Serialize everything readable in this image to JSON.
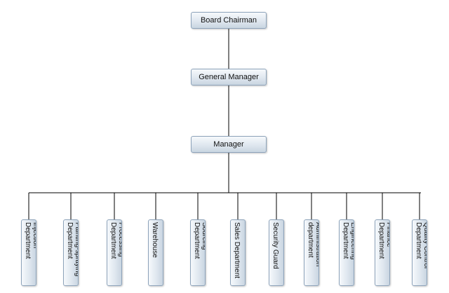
{
  "top_nodes": [
    {
      "label": "Board Chairman"
    },
    {
      "label": "General Manager"
    },
    {
      "label": "Manager"
    }
  ],
  "departments": [
    {
      "line1": "Injection",
      "line2": "Department"
    },
    {
      "line1": "Painting-spraying",
      "line2": "Department"
    },
    {
      "line1": "Processing",
      "line2": "Department"
    },
    {
      "line1": "Warehouse",
      "line2": ""
    },
    {
      "line1": "Sourcing",
      "line2": "Department"
    },
    {
      "line1": "Sales Department",
      "line2": ""
    },
    {
      "line1": "Security Guard",
      "line2": ""
    },
    {
      "line1": "Administration",
      "line2": "department"
    },
    {
      "line1": "Engineering",
      "line2": "Department"
    },
    {
      "line1": "Finance",
      "line2": "Department"
    },
    {
      "line1": "Quality Control",
      "line2": "Department"
    }
  ]
}
